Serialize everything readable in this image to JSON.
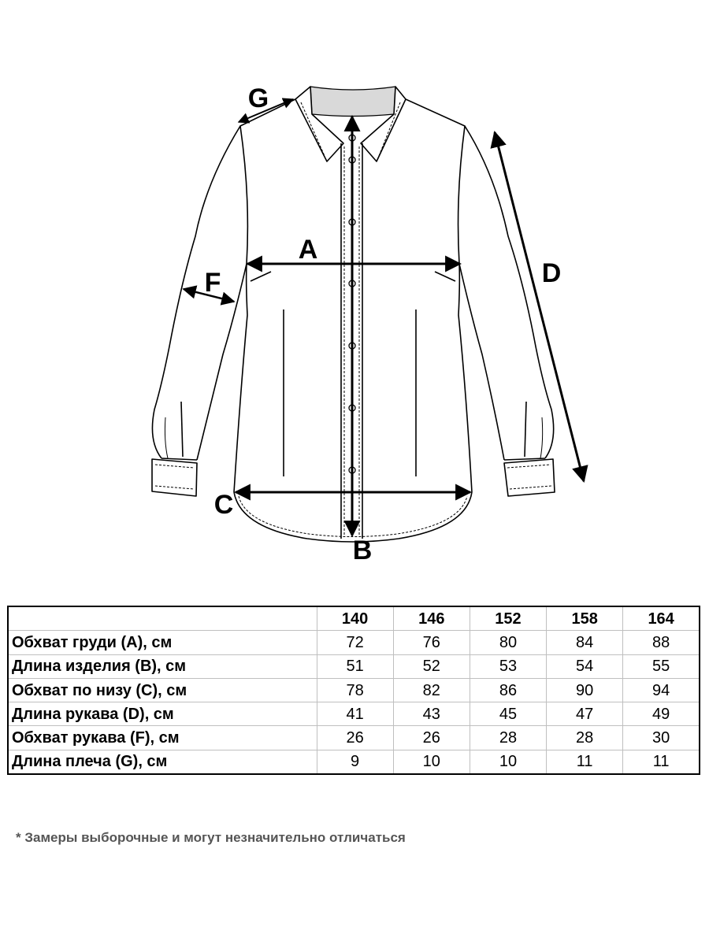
{
  "diagram": {
    "labels": {
      "a": "A",
      "b": "B",
      "c": "C",
      "d": "D",
      "f": "F",
      "g": "G"
    }
  },
  "size_table": {
    "sizes": [
      "140",
      "146",
      "152",
      "158",
      "164"
    ],
    "rows": [
      {
        "label": "Обхват груди (A), см",
        "values": [
          "72",
          "76",
          "80",
          "84",
          "88"
        ]
      },
      {
        "label": "Длина изделия (B), см",
        "values": [
          "51",
          "52",
          "53",
          "54",
          "55"
        ]
      },
      {
        "label": "Обхват по низу (C), см",
        "values": [
          "78",
          "82",
          "86",
          "90",
          "94"
        ]
      },
      {
        "label": "Длина рукава (D), см",
        "values": [
          "41",
          "43",
          "45",
          "47",
          "49"
        ]
      },
      {
        "label": "Обхват рукава (F), см",
        "values": [
          "26",
          "26",
          "28",
          "28",
          "30"
        ]
      },
      {
        "label": "Длина плеча (G), см",
        "values": [
          "9",
          "10",
          "10",
          "11",
          "11"
        ]
      }
    ]
  },
  "footnote": "* Замеры выборочные и могут незначительно отличаться"
}
